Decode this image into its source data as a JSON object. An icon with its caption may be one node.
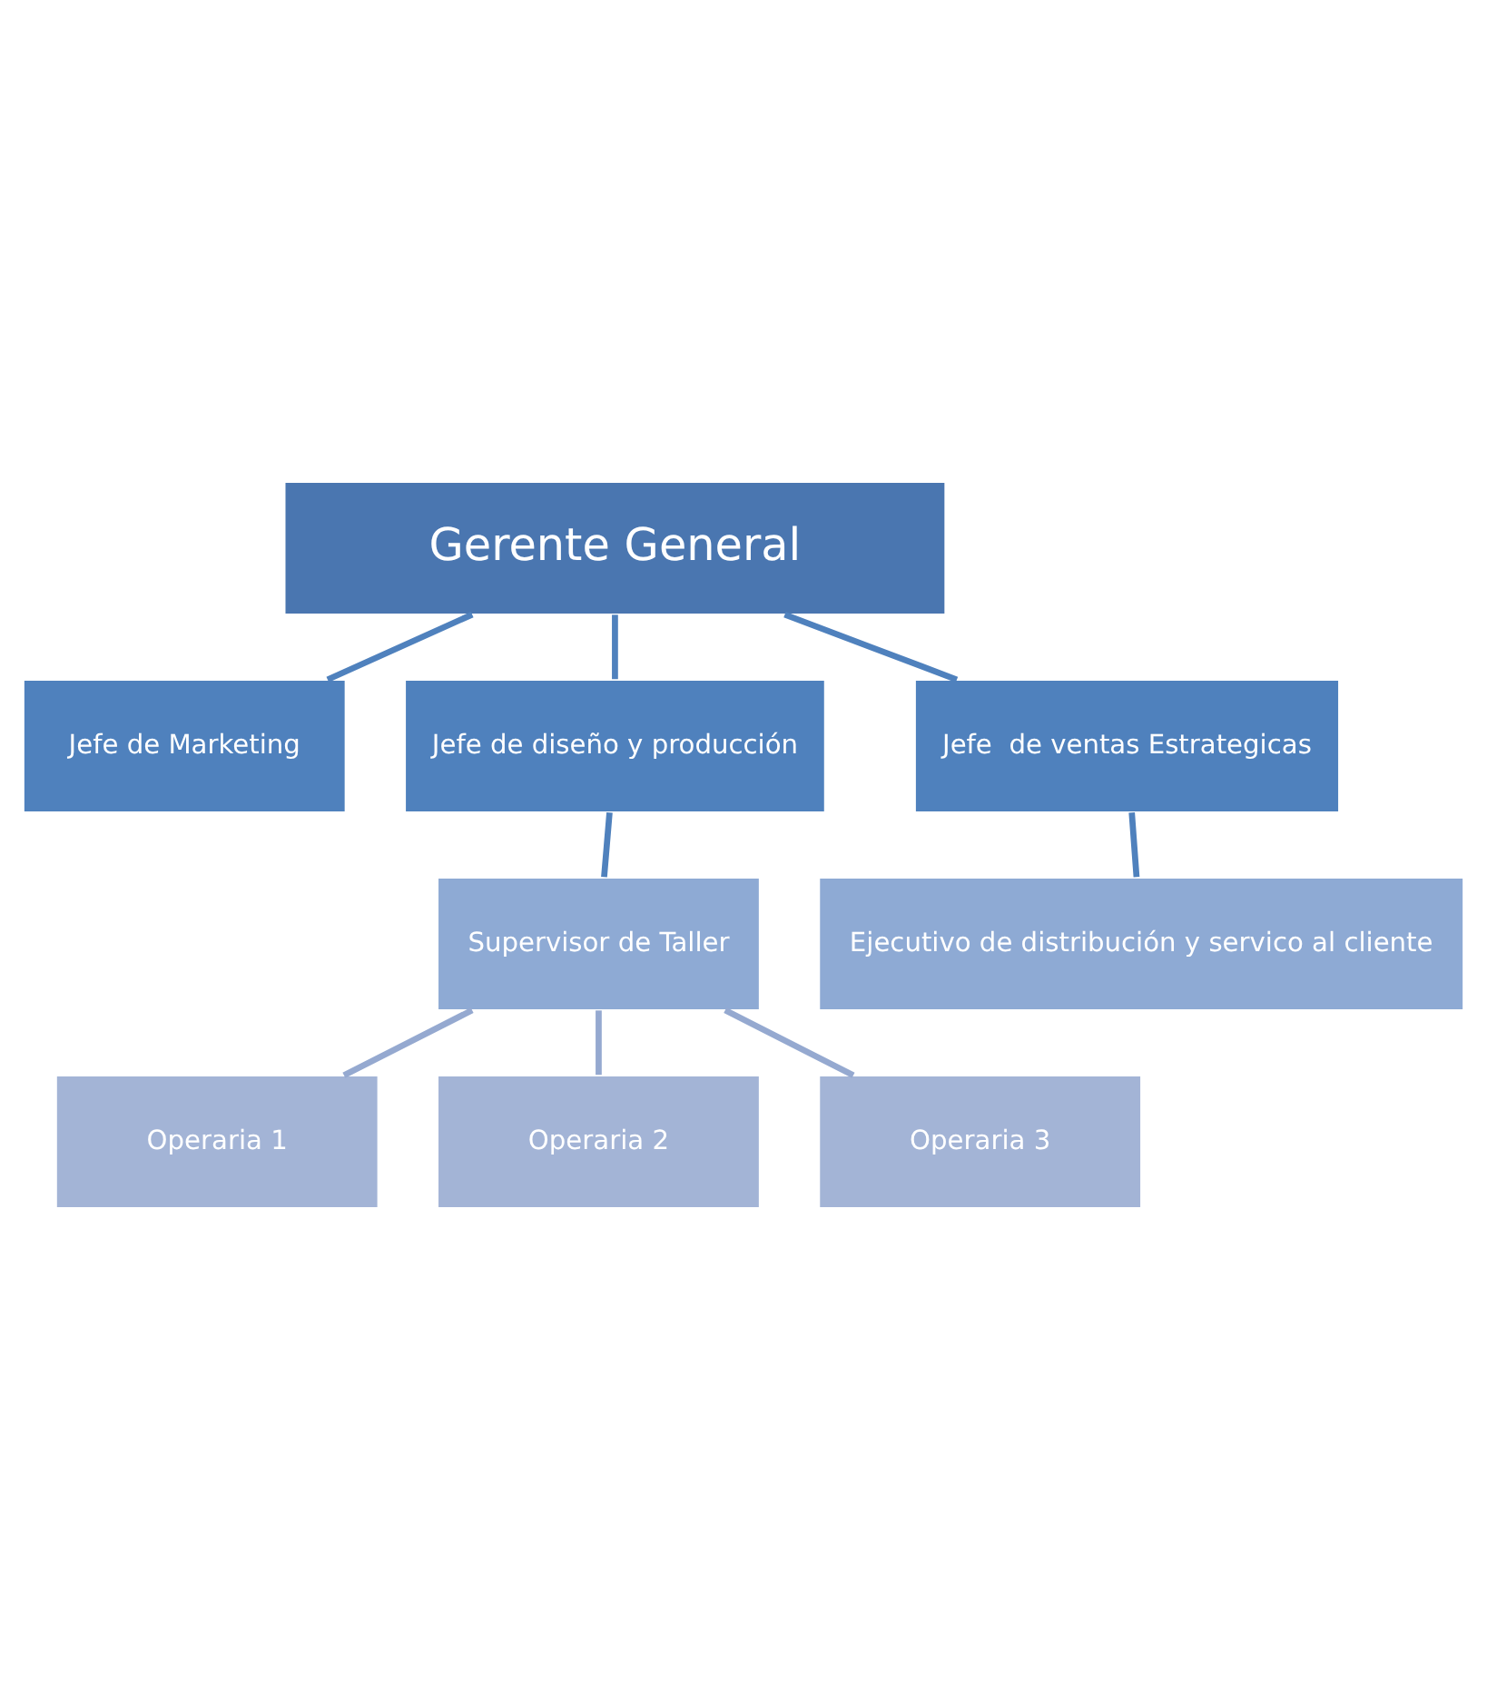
{
  "diagram": {
    "nodes": [
      {
        "text": [
          "Gerente General"
        ]
      },
      {
        "text": [
          "Jefe de Marketing"
        ]
      },
      {
        "text": [
          "Jefe de diseño y producción"
        ]
      },
      {
        "text": [
          "Jefe  de ventas Estrategicas"
        ]
      },
      {
        "text": [
          "Supervisor de Taller"
        ]
      },
      {
        "text": [
          "Ejecutivo de distribución y servico al cliente"
        ]
      },
      {
        "text": [
          "Operaria 1"
        ]
      },
      {
        "text": [
          "Operaria 2"
        ]
      },
      {
        "text": [
          "Operaria 3"
        ]
      }
    ],
    "edges": [
      {
        "from": 0,
        "to": 1,
        "arrow": "none"
      },
      {
        "from": 0,
        "to": 2,
        "arrow": "none"
      },
      {
        "from": 0,
        "to": 3,
        "arrow": "none"
      },
      {
        "from": 2,
        "to": 4,
        "arrow": "none"
      },
      {
        "from": 3,
        "to": 5,
        "arrow": "none"
      },
      {
        "from": 4,
        "to": 6,
        "arrow": "none",
        "color": "#95a9d0"
      },
      {
        "from": 4,
        "to": 7,
        "arrow": "none",
        "color": "#95a9d0"
      },
      {
        "from": 4,
        "to": 8,
        "arrow": "none",
        "color": "#95a9d0"
      }
    ]
  }
}
